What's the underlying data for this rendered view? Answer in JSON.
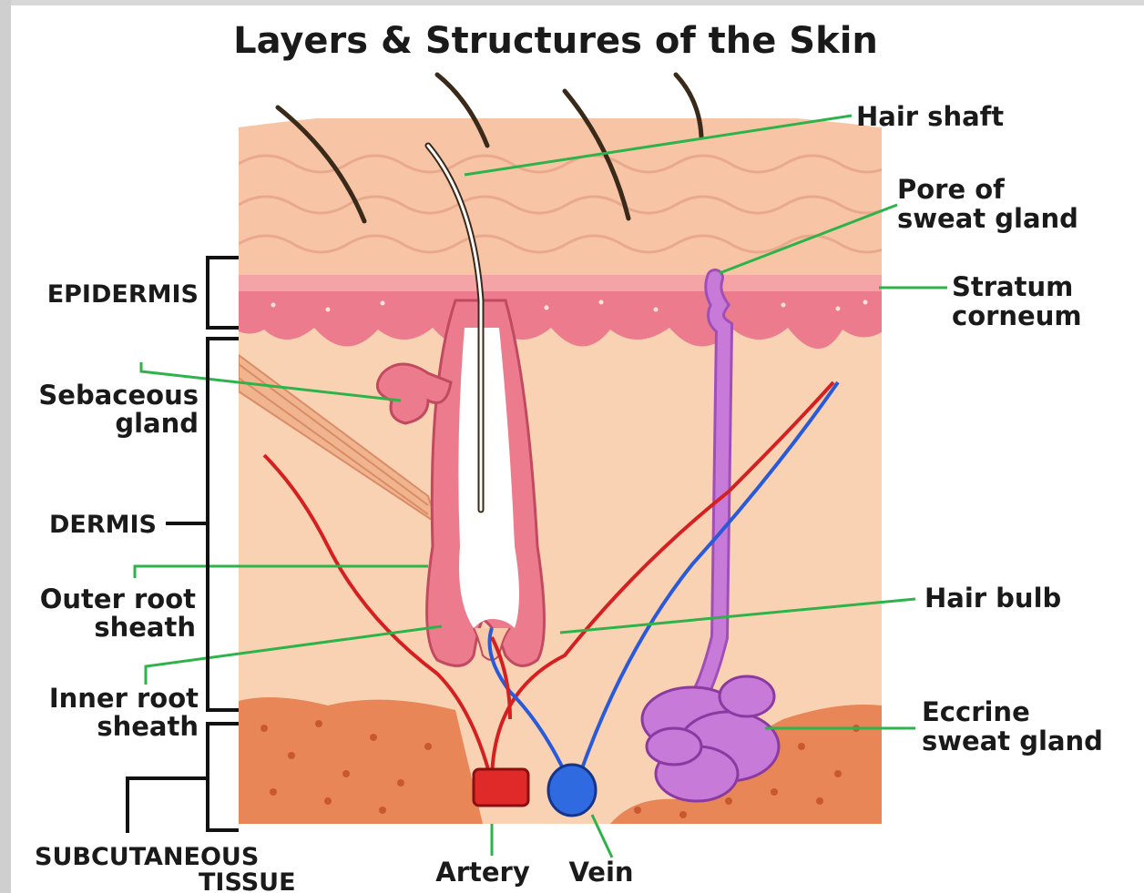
{
  "title": "Layers & Structures of the Skin",
  "labels": {
    "hair_shaft": "Hair shaft",
    "pore_line1": "Pore of",
    "pore_line2": "sweat gland",
    "stratum_line1": "Stratum",
    "stratum_line2": "corneum",
    "hair_bulb": "Hair bulb",
    "eccrine_line1": "Eccrine",
    "eccrine_line2": "sweat gland",
    "epidermis": "EPIDERMIS",
    "sebaceous_line1": "Sebaceous",
    "sebaceous_line2": "gland",
    "dermis": "DERMIS",
    "outer_line1": "Outer root",
    "outer_line2": "sheath",
    "inner_line1": "Inner root",
    "inner_line2": "sheath",
    "subcut_line1": "SUBCUTANEOUS",
    "subcut_line2": "TISSUE",
    "artery": "Artery",
    "vein": "Vein"
  },
  "colors": {
    "skin": "#f7c9a8",
    "epidermis_band": "#e8687f",
    "fat": "#e07a4a",
    "leader_line": "#2eb34a",
    "artery": "#d42020",
    "vein": "#2a5ad8",
    "sweat_gland": "#c77ad8"
  }
}
